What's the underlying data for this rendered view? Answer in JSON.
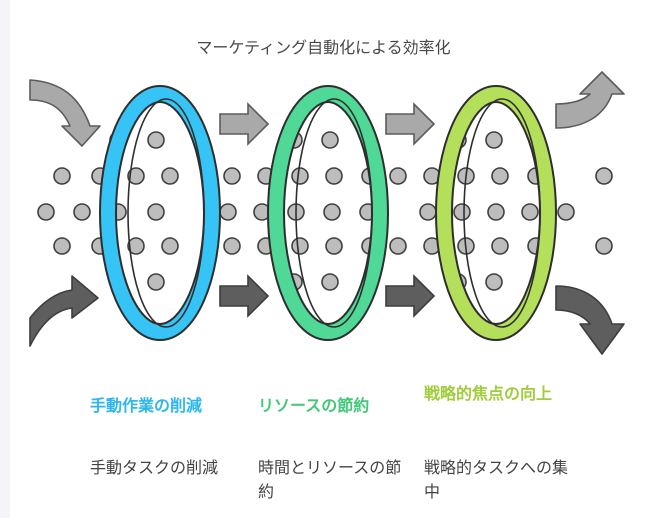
{
  "title": "マーケティング自動化による効率化",
  "colors": {
    "ring1": "#35c4f5",
    "ring2": "#4fd896",
    "ring3": "#b3df5a",
    "arrow_light": "#a7a7a7",
    "arrow_dark": "#5c5c5c",
    "dot": "#bdbdbd"
  },
  "columns": [
    {
      "title": "手動作業の削減",
      "desc": "手動タスクの削減",
      "color": "#2cb8ef"
    },
    {
      "title": "リソースの節約",
      "desc": "時間とリソースの節約",
      "color": "#41c977"
    },
    {
      "title": "戦略的焦点の向上",
      "desc": "戦略的タスクへの集中",
      "color": "#9fcc3a"
    }
  ]
}
